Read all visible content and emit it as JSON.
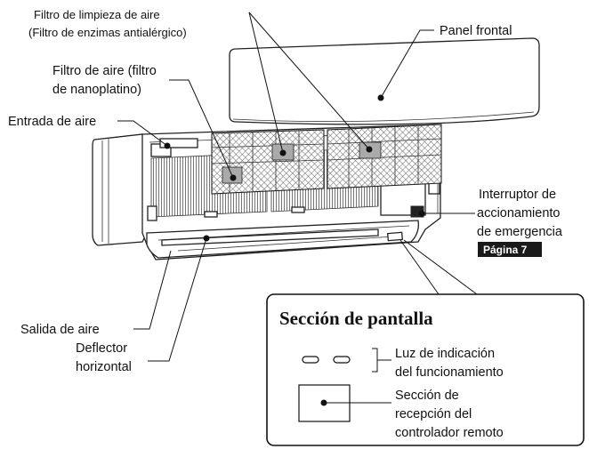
{
  "labels": {
    "cleaning_filter": "Filtro de limpieza de aire",
    "cleaning_filter_sub": "(Filtro de enzimas antialérgico)",
    "front_panel": "Panel frontal",
    "air_filter_l1": "Filtro de aire (filtro",
    "air_filter_l2": "de nanoplatino)",
    "air_inlet": "Entrada de aire",
    "emergency_l1": "Interruptor de",
    "emergency_l2": "accionamiento",
    "emergency_l3": "de emergencia",
    "page_ref": "Página 7",
    "air_outlet": "Salida de aire",
    "deflector_l1": "Deflector",
    "deflector_l2": "horizontal"
  },
  "display_section": {
    "title": "Sección de pantalla",
    "indicator_l1": "Luz de indicación",
    "indicator_l2": "del funcionamiento",
    "receiver_l1": "Sección de",
    "receiver_l2": "recepción del",
    "receiver_l3": "controlador remoto"
  },
  "colors": {
    "page_badge_bg": "#1a1a1a",
    "outline": "#222222"
  }
}
